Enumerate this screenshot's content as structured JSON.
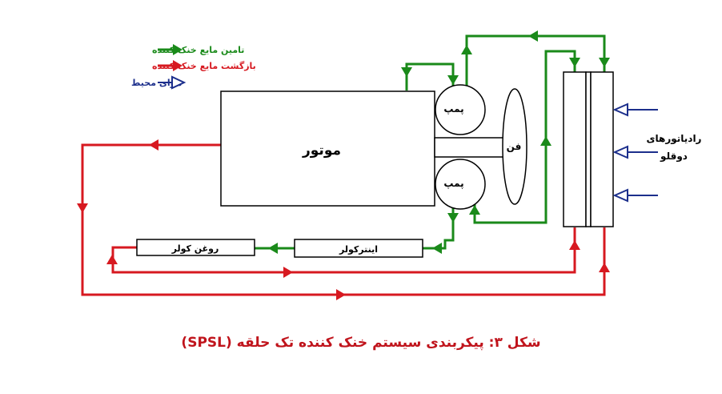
{
  "legend": {
    "supply": "تامین مایع خنک کننده",
    "return": "بازگشت مایع خنک کننده",
    "ambient": "هوای محیط"
  },
  "components": {
    "engine": "موتور",
    "pump": "پمپ",
    "fan": "فن",
    "radiator_line1": "رادیاتورهای",
    "radiator_line2": "دوقلو",
    "oil_cooler": "روغن کولر",
    "intercooler": "اینترکولر"
  },
  "caption": "شکل ۳: پیکربندی سیستم خنک کننده تک حلقه (SPSL)",
  "colors": {
    "supply": "#1a8a1a",
    "return": "#d71920",
    "ambient": "#1c2f8c",
    "caption": "#c0141c"
  }
}
